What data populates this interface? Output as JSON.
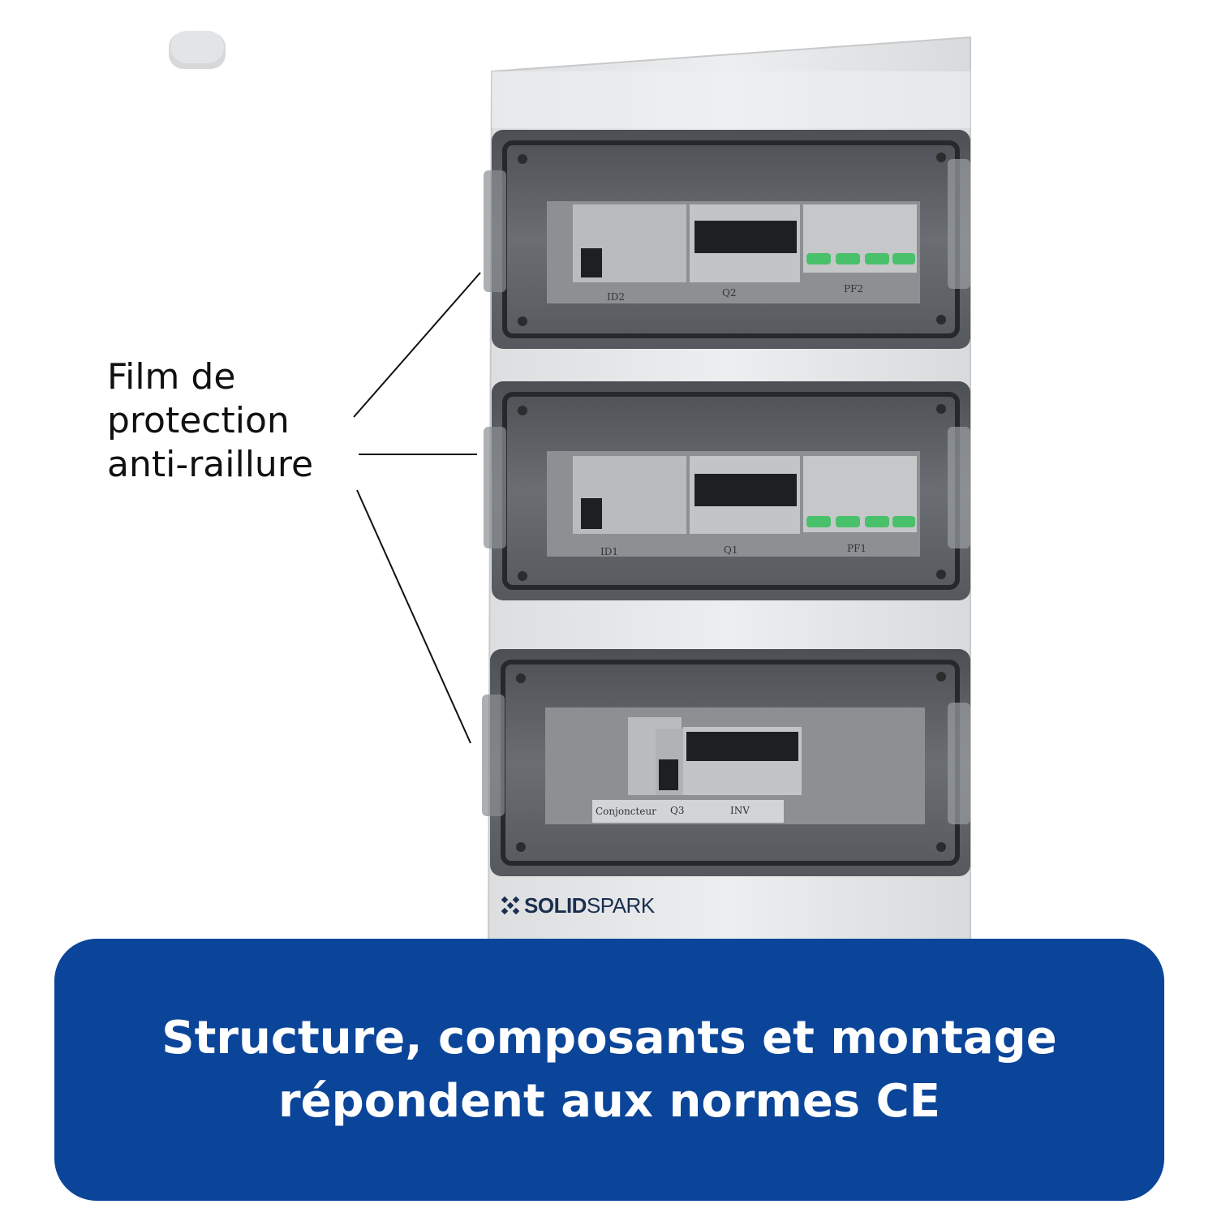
{
  "callout": {
    "lines": [
      "Film de",
      "protection",
      "anti-raillure"
    ]
  },
  "brand": {
    "name_bold": "SOLID",
    "name_regular": "SPARK",
    "icon": "x-cross-logo-icon"
  },
  "banner": {
    "line1": "Structure, composants et montage",
    "line2": "répondent aux normes CE"
  },
  "panels": {
    "top": {
      "labels": [
        "ID2",
        "Q2",
        "PF2"
      ]
    },
    "middle": {
      "labels": [
        "ID1",
        "Q1",
        "PF1"
      ]
    },
    "bottom": {
      "labels": [
        "Conjoncteur",
        "Q3",
        "INV"
      ]
    }
  },
  "colors": {
    "banner": "#0b4599",
    "enclosure": "#e9eaec",
    "cover": "#5c6064"
  }
}
